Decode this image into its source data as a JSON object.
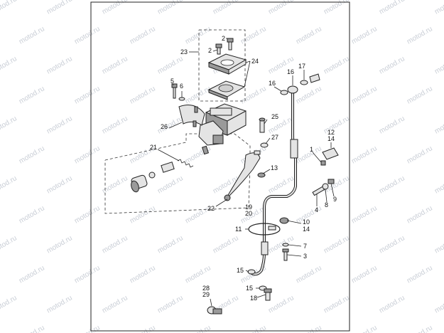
{
  "watermark": {
    "text": "motod.ru",
    "color": "#c9ced6"
  },
  "labels": {
    "l1": "1",
    "l2a": "2",
    "l2b": "2",
    "l3": "3",
    "l4": "4",
    "l5": "5",
    "l6": "6",
    "l7": "7",
    "l8": "8",
    "l9": "9",
    "l10": "10",
    "l11": "11",
    "l12": "12",
    "l13": "13",
    "l14a": "14",
    "l14b": "14",
    "l15a": "15",
    "l15b": "15",
    "l16a": "16",
    "l16b": "16",
    "l17": "17",
    "l18": "18",
    "l19": "19",
    "l20": "20",
    "l21": "21",
    "l22": "22",
    "l23": "23",
    "l24": "24",
    "l25": "25",
    "l26": "26",
    "l27": "27",
    "l28": "28",
    "l29": "29"
  }
}
